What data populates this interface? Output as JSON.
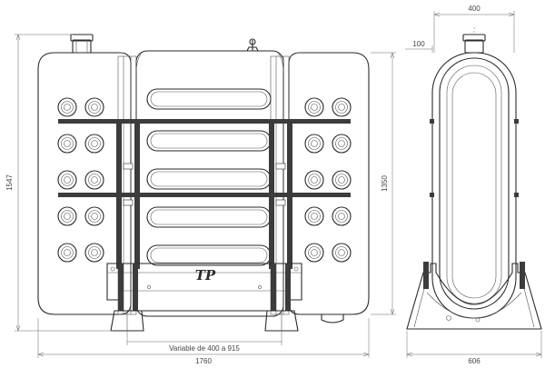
{
  "dimensions": {
    "top_width": "400",
    "neck_offset": "100",
    "total_height": "1547",
    "tank_height": "1350",
    "total_width": "1760",
    "side_width": "606",
    "variable_range": "Variable de 400 a 915"
  },
  "logo_text": "TP",
  "colors": {
    "line": "#2a2a2a",
    "dimension": "#666666",
    "strap": "#3c3c3c",
    "background": "#ffffff"
  }
}
